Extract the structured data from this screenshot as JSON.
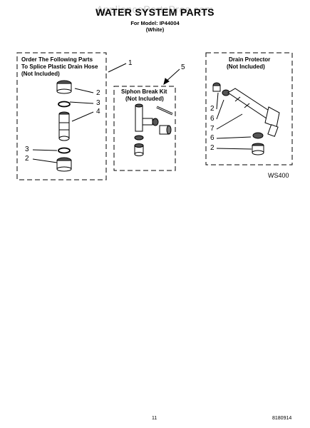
{
  "header": {
    "watermark": "AppliancePartsPros.com",
    "title": "WATER SYSTEM PARTS",
    "model_line": "For Model: IP44004",
    "color_line": "(White)"
  },
  "boxes": {
    "splice": {
      "line1": "Order The Following Parts",
      "line2": "To Splice Plastic Drain Hose",
      "line3": "(Not Included)"
    },
    "siphon": {
      "line1": "Siphon Break Kit",
      "line2": "(Not Included)"
    },
    "drain": {
      "line1": "Drain Protector",
      "line2": "(Not Included)"
    }
  },
  "callouts": {
    "c1": "1",
    "c5": "5",
    "left_2a": "2",
    "left_3a": "3",
    "left_4": "4",
    "left_3b": "3",
    "left_2b": "2",
    "right_2a": "2",
    "right_6a": "6",
    "right_7": "7",
    "right_6b": "6",
    "right_2b": "2"
  },
  "diagram_code": "WS400",
  "footer": {
    "page_number": "11",
    "part_number": "8180914"
  }
}
